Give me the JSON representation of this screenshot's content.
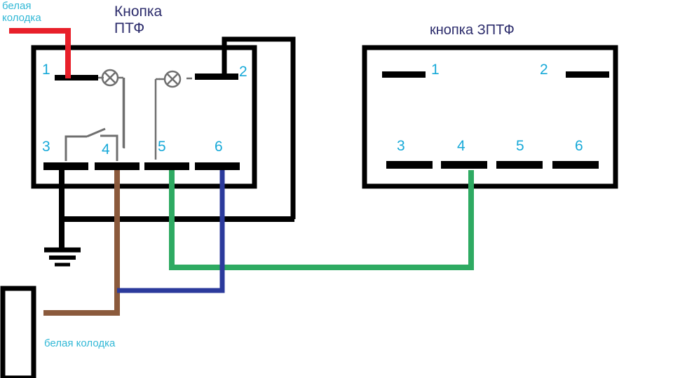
{
  "diagram": {
    "title_left": "Кнопка\nПТФ",
    "title_right": "кнопка ЗПТФ",
    "note_top_left": "белая\nколодка",
    "note_bottom_left": "белая колодка"
  },
  "switch_left": {
    "name": "Кнопка ПТФ",
    "terminals_top": [
      {
        "number": "1"
      },
      {
        "number": "2"
      }
    ],
    "terminals_bottom": [
      {
        "number": "3"
      },
      {
        "number": "4"
      },
      {
        "number": "5"
      },
      {
        "number": "6"
      }
    ]
  },
  "switch_right": {
    "name": "кнопка ЗПТФ",
    "terminals_top": [
      {
        "number": "1"
      },
      {
        "number": "2"
      }
    ],
    "terminals_bottom": [
      {
        "number": "3"
      },
      {
        "number": "4"
      },
      {
        "number": "5"
      },
      {
        "number": "6"
      }
    ]
  },
  "colors": {
    "red_wire": "#e8202a",
    "black_wire": "#000000",
    "brown_wire": "#8b5a3c",
    "green_wire": "#2eaa62",
    "blue_wire": "#2b3a9c",
    "label_cyan": "#17a9d8",
    "title_navy": "#2b2b6b",
    "lamp_gray": "#6f6f6f",
    "outline": "#000000"
  },
  "connector_block": {
    "label": "белая колодка"
  }
}
